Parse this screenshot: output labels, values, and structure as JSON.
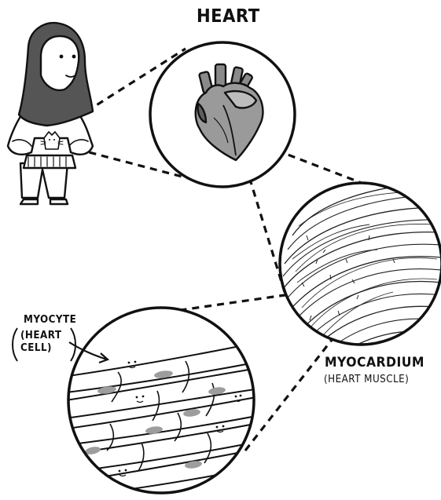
{
  "labels": {
    "heart": "HEART",
    "myocyte": "MYOCYTE",
    "heart_cell": "(HEART\nCELL)",
    "myocardium": "MYOCARDIUM",
    "heart_muscle": "(HEART MUSCLE)"
  },
  "icons": {
    "person": "person-in-hijab-icon",
    "heart": "anatomical-heart-icon",
    "muscle": "muscle-fibers-icon",
    "cells": "heart-cells-icon"
  },
  "colors": {
    "ink": "#111111",
    "hijab": "#555555",
    "heart_fill": "#9a9a9a",
    "nucleus": "#9d9d9d"
  }
}
